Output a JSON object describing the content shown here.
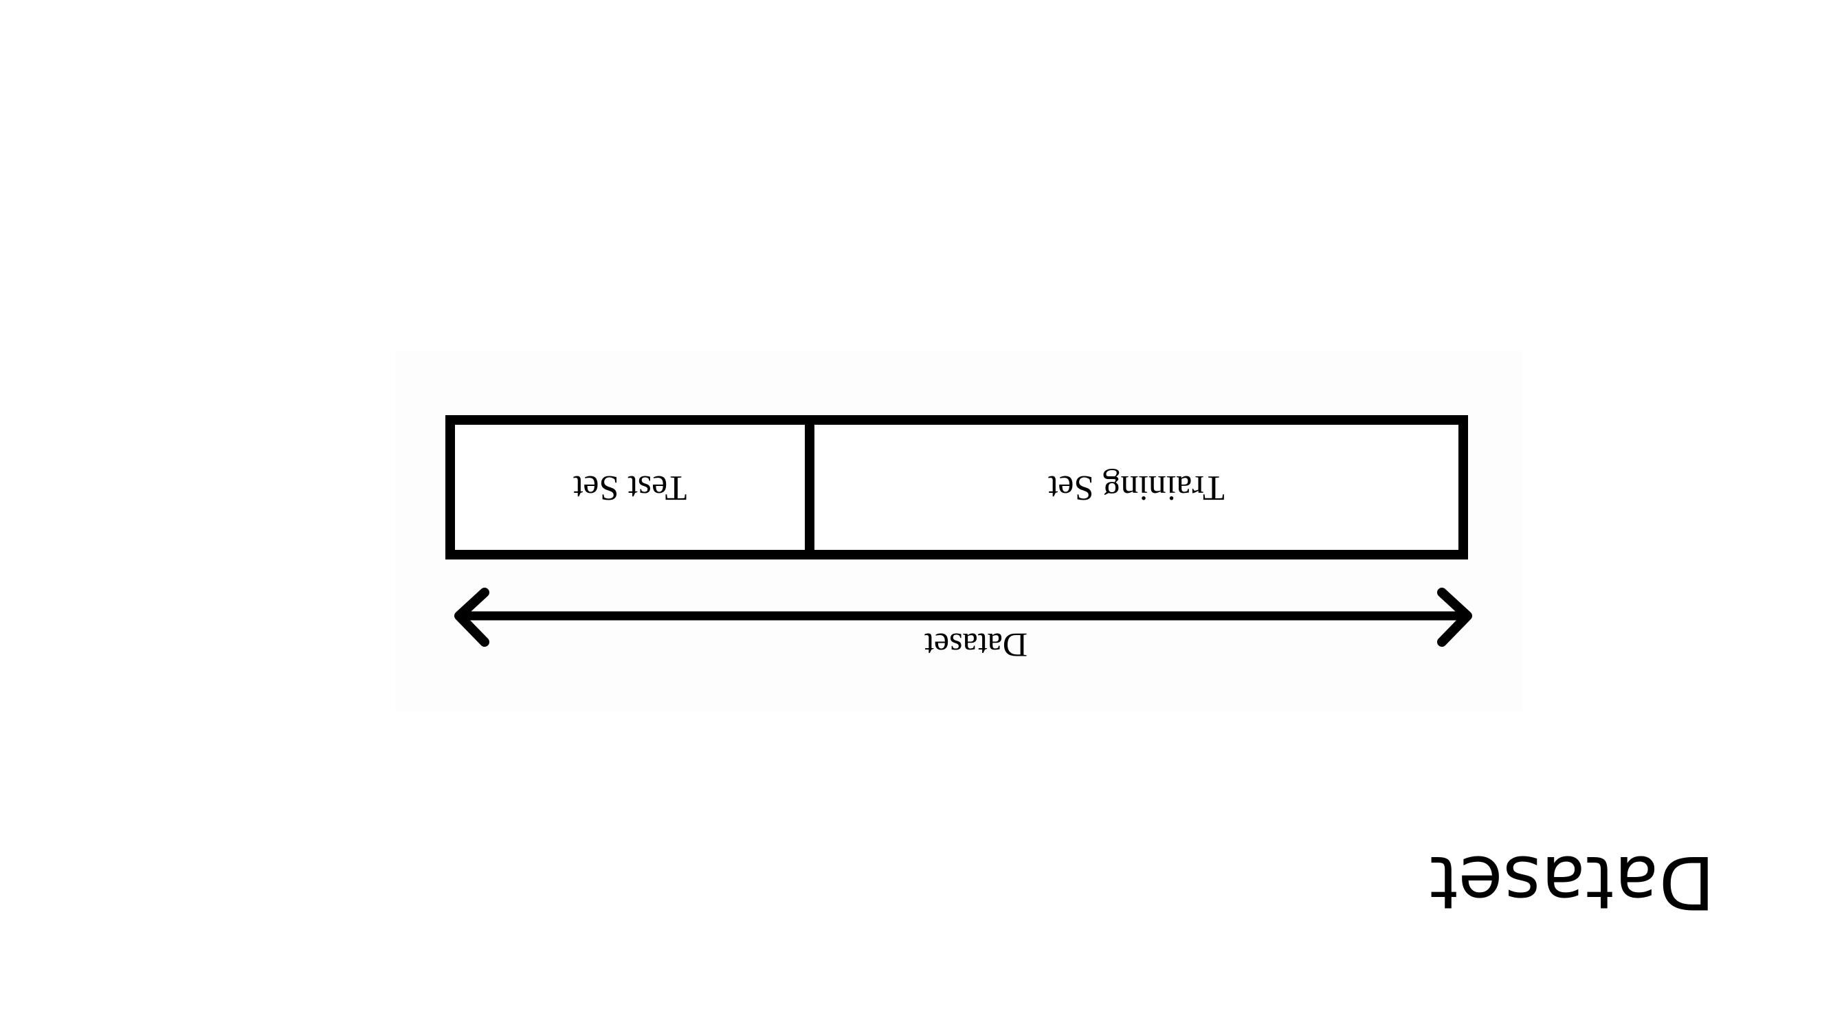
{
  "slide": {
    "title": "Dataset"
  },
  "diagram": {
    "segments": [
      {
        "label": "Test Set"
      },
      {
        "label": "Training Set"
      }
    ],
    "span_label": "Dataset",
    "orientation": "upside-down"
  },
  "colors": {
    "background": "#ffffff",
    "stroke": "#000000"
  }
}
